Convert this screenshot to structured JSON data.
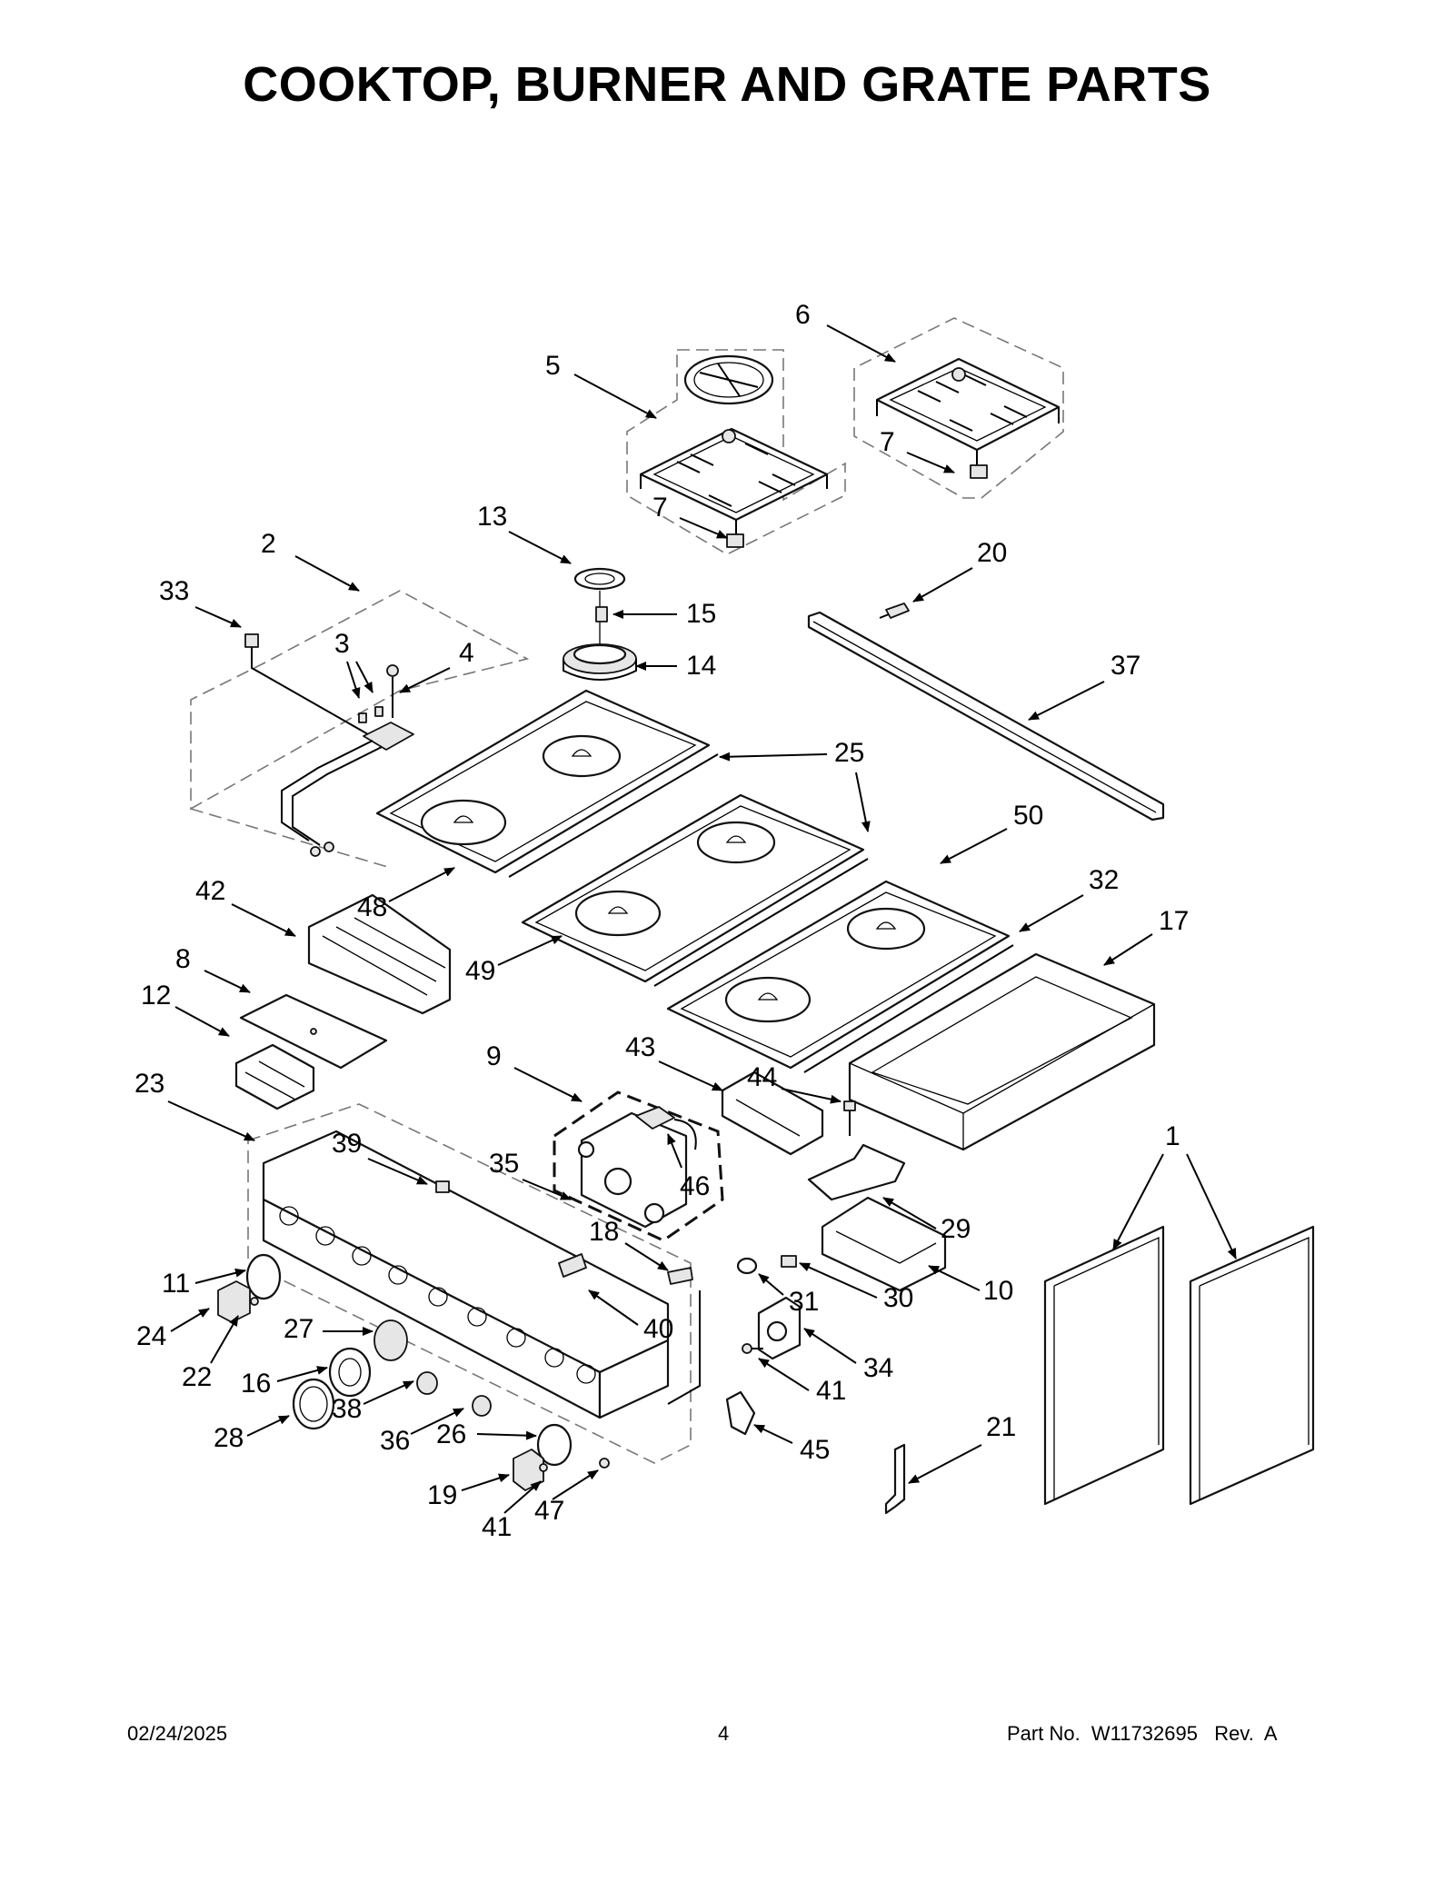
{
  "title": "COOKTOP, BURNER AND GRATE PARTS",
  "footer": {
    "date": "02/24/2025",
    "page": "4",
    "part_no": "Part No.  W11732695   Rev.  A"
  },
  "callouts": [
    "1",
    "1",
    "2",
    "3",
    "4",
    "5",
    "6",
    "7",
    "7",
    "8",
    "9",
    "10",
    "11",
    "12",
    "13",
    "14",
    "15",
    "16",
    "17",
    "18",
    "19",
    "20",
    "21",
    "22",
    "23",
    "24",
    "25",
    "25",
    "26",
    "27",
    "28",
    "29",
    "30",
    "31",
    "32",
    "33",
    "34",
    "35",
    "36",
    "37",
    "38",
    "39",
    "40",
    "41",
    "41",
    "42",
    "43",
    "44",
    "45",
    "46",
    "47",
    "48",
    "49",
    "50"
  ]
}
